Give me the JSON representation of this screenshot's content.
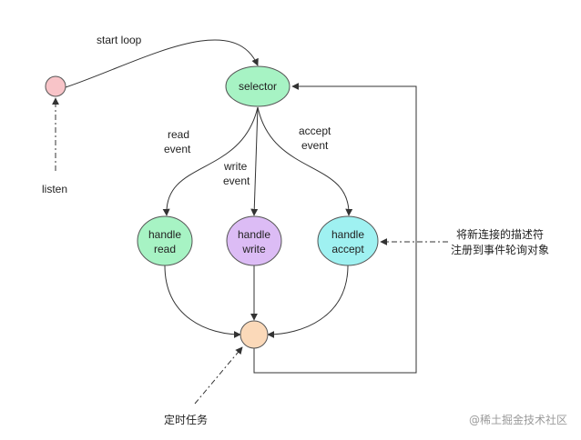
{
  "labels": {
    "start_loop": "start loop",
    "listen": "listen",
    "read_event_1": "read",
    "read_event_2": "event",
    "write_event_1": "write",
    "write_event_2": "event",
    "accept_event_1": "accept",
    "accept_event_2": "event",
    "register_note_1": "将新连接的描述符",
    "register_note_2": "注册到事件轮询对象",
    "timer_task": "定时任务"
  },
  "nodes": {
    "selector": {
      "label": "selector",
      "color": "#a7f3c4"
    },
    "handle_read": {
      "label_1": "handle",
      "label_2": "read",
      "color": "#a7f3c4"
    },
    "handle_write": {
      "label_1": "handle",
      "label_2": "write",
      "color": "#dcbcf5"
    },
    "handle_accept": {
      "label_1": "handle",
      "label_2": "accept",
      "color": "#9ff1f1"
    },
    "start_node": {
      "color": "#f8c4c8"
    },
    "merge_node": {
      "color": "#fbd9b9"
    }
  },
  "watermark": "@稀土掘金技术社区"
}
